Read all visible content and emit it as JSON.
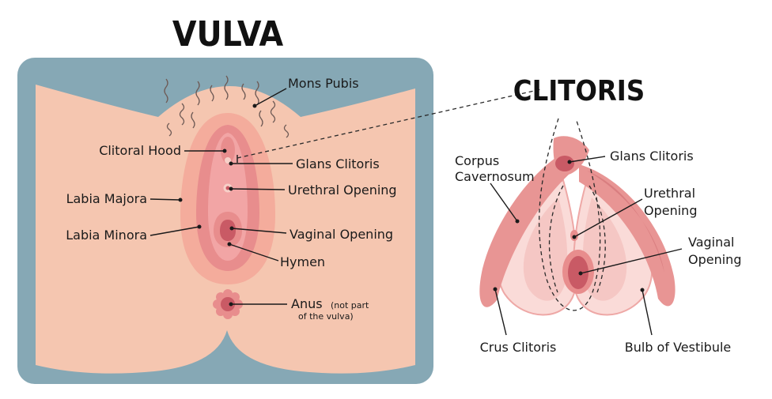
{
  "vulva": {
    "title": "VULVA",
    "labels": {
      "mons_pubis": "Mons Pubis",
      "clitoral_hood": "Clitoral Hood",
      "glans_clitoris": "Glans Clitoris",
      "urethral_opening": "Urethral Opening",
      "labia_majora": "Labia Majora",
      "labia_minora": "Labia Minora",
      "vaginal_opening": "Vaginal Opening",
      "hymen": "Hymen",
      "anus": "Anus",
      "anus_note_1": "(not part",
      "anus_note_2": "of the vulva)"
    }
  },
  "clitoris": {
    "title": "CLITORIS",
    "labels": {
      "corpus_1": "Corpus",
      "corpus_2": "Cavernosum",
      "glans_clitoris": "Glans Clitoris",
      "urethral_1": "Urethral",
      "urethral_2": "Opening",
      "vaginal_1": "Vaginal",
      "vaginal_2": "Opening",
      "crus_clitoris": "Crus Clitoris",
      "bulb_of_vestibule": "Bulb of Vestibule"
    }
  },
  "colors": {
    "panel": "#86a8b5",
    "skin": "#f5c6b0",
    "labia_majora": "#f4ac9c",
    "labia_minora": "#e88d8d",
    "inner": "#f2a5a5",
    "deep": "#c95a65",
    "crus": "#e89594",
    "bulb": "#fadbd8"
  }
}
